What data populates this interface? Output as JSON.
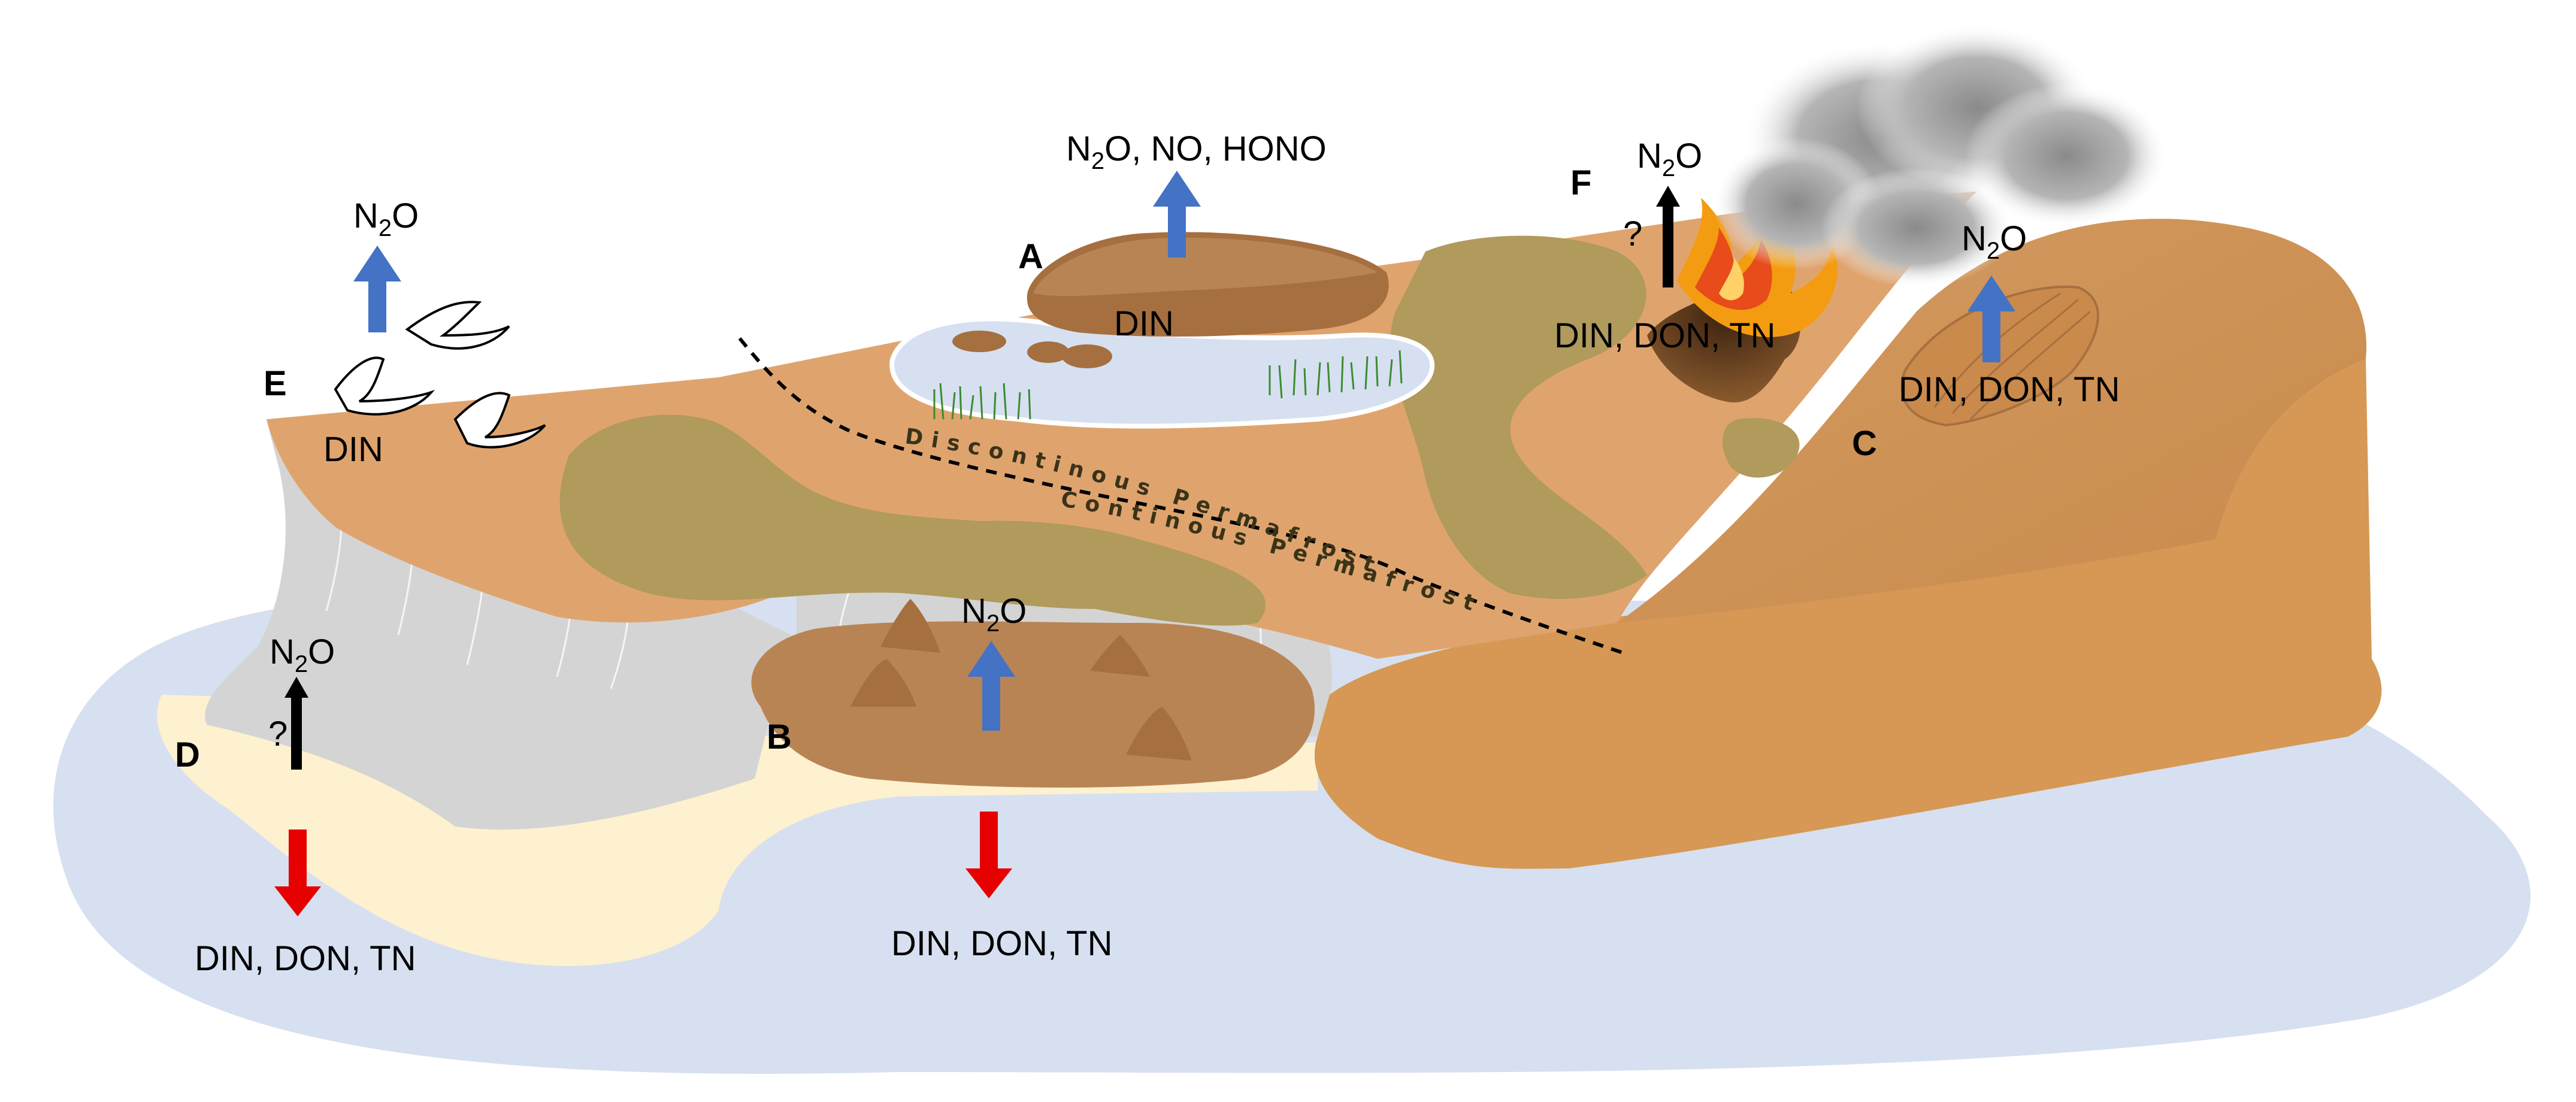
{
  "sites": {
    "A": {
      "letter": "A",
      "flux_gases": "NO, HONO",
      "pool": "DIN"
    },
    "B": {
      "letter": "B"
    },
    "C": {
      "letter": "C",
      "pool": "DIN, DON, TN"
    },
    "D": {
      "letter": "D",
      "unknown": "?",
      "export": "DIN, DON, TN"
    },
    "E": {
      "letter": "E",
      "pool": "DIN"
    },
    "F": {
      "letter": "F",
      "unknown": "?",
      "pool": "DIN, DON, TN"
    },
    "B_export": "DIN, DON, TN"
  },
  "n2o": {
    "base": "N",
    "subscript": "2",
    "suffix": "O"
  },
  "zones": {
    "discontinuous": "Discontinous Permafrost Zone",
    "continuous": "Continous Permafrost Zone"
  },
  "arrow_colors": {
    "emission": "#4472c4",
    "unknown": "#000000",
    "export": "#e60000"
  },
  "landscape_colors": {
    "water": "#d6e0f0",
    "land": "#dfa46e",
    "vegetation": "#b09a5c",
    "ice_cliff": "#d4d4d4",
    "sand": "#fdf1cf"
  }
}
